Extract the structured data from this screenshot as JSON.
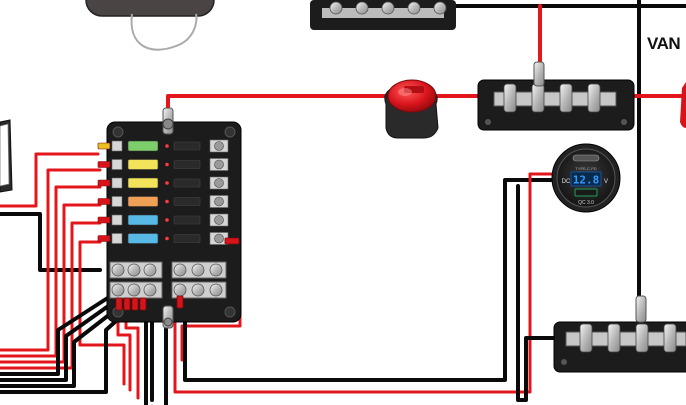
{
  "labels": {
    "van": "VAN"
  },
  "usb_meter": {
    "display_value": "12.8",
    "label_left": "DC",
    "label_right": "V",
    "port_label": "QC 3.0",
    "top_text": "TYPE-C PD"
  },
  "fuse_block": {
    "fuse_colors": [
      "#7ccf6a",
      "#f2e35a",
      "#f2e35a",
      "#f0a054",
      "#58b8e6",
      "#58b8e6"
    ],
    "fuse_count": 6
  },
  "colors": {
    "positive_wire": "#e3171b",
    "negative_wire": "#0a0a0a",
    "component_body": "#1c1c1c"
  }
}
